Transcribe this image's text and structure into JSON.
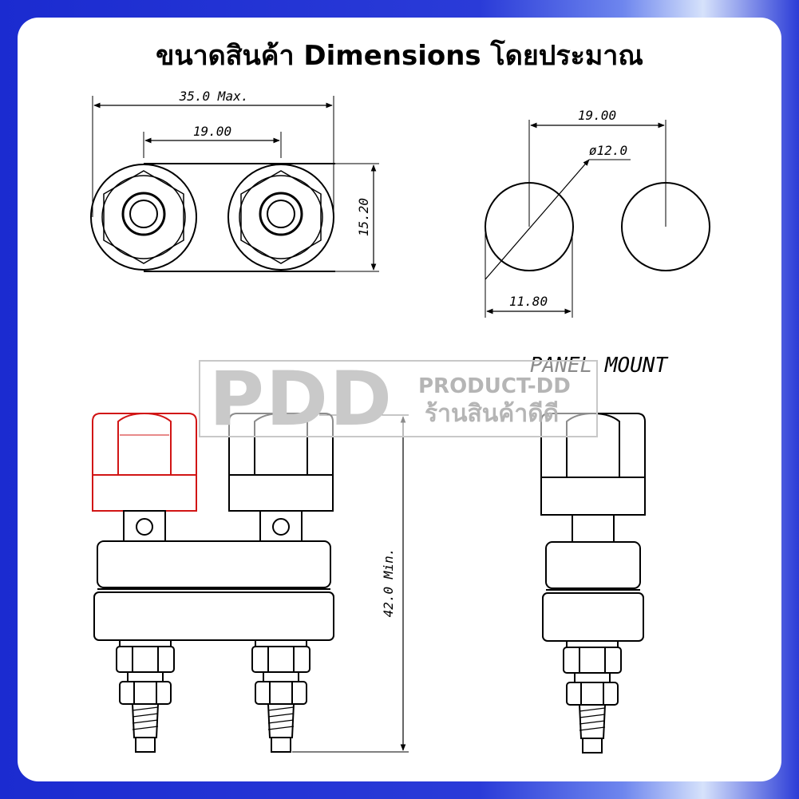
{
  "title": "ขนาดสินค้า Dimensions โดยประมาณ",
  "dimensions": {
    "top_width": "35.0 Max.",
    "top_spacing": "19.00",
    "top_height": "15.20",
    "hole_spacing": "19.00",
    "hole_diameter": "ø12.0",
    "hole_width": "11.80",
    "min_height": "42.0 Min."
  },
  "panel_mount_label": "PANEL MOUNT",
  "watermark": {
    "logo": "PDD",
    "line1": "PRODUCT-DD",
    "line2": "ร้านสินค้าดีดี"
  },
  "colors": {
    "frame": "#1b2bd0",
    "red_cap": "#d11515",
    "line": "#000000",
    "watermark": "#c9c9c9"
  }
}
